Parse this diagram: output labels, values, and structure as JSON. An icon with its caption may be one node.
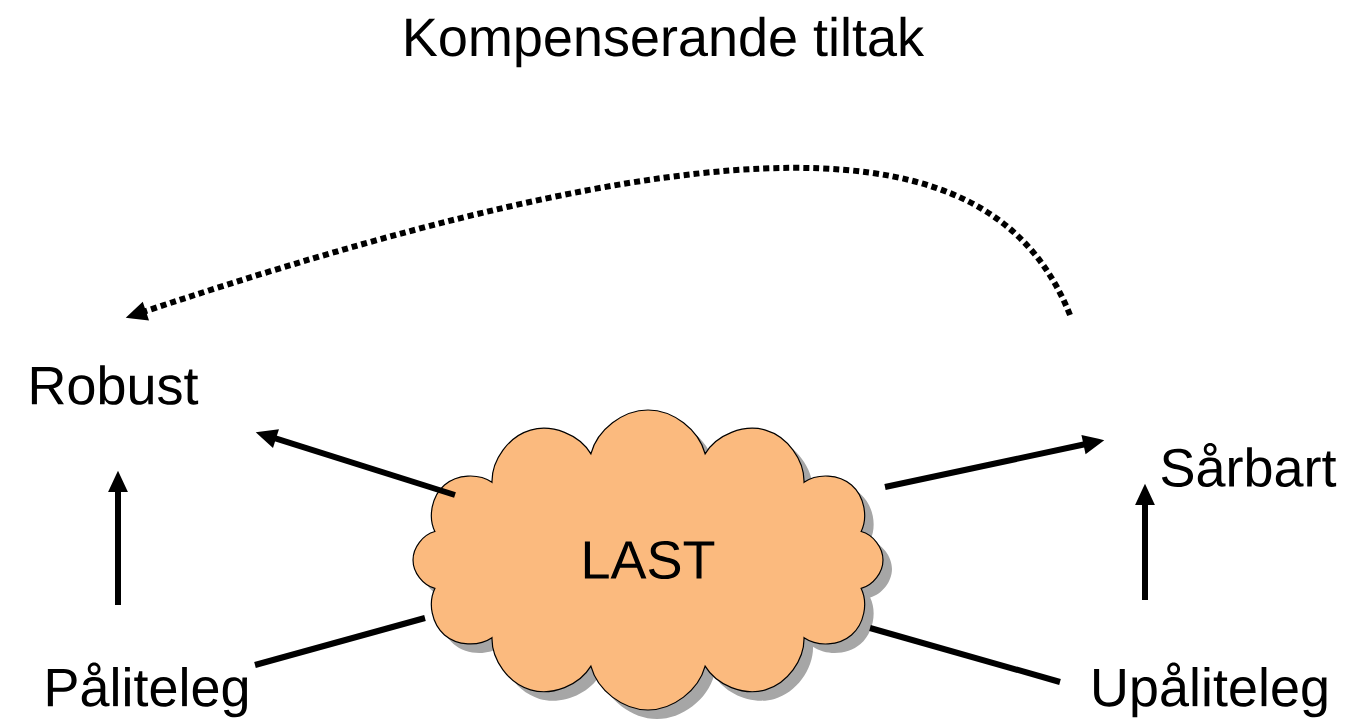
{
  "diagram": {
    "title": "Kompenserande tiltak",
    "nodes": [
      {
        "text": [
          "Robust"
        ]
      },
      {
        "text": [
          "Sårbart"
        ]
      },
      {
        "text": [
          "Påliteleg"
        ]
      },
      {
        "text": [
          "Upåliteleg"
        ]
      },
      {
        "text": [
          "LAST"
        ]
      }
    ],
    "edges": [
      {
        "from": 2,
        "to": 0,
        "arrow": "to"
      },
      {
        "from": 3,
        "to": 1,
        "arrow": "to"
      },
      {
        "from": 2,
        "to": 4,
        "arrow": "none"
      },
      {
        "from": 4,
        "to": 1,
        "arrow": "to"
      },
      {
        "from": 3,
        "to": 4,
        "arrow": "none"
      },
      {
        "from": 4,
        "to": 0,
        "arrow": "to"
      },
      {
        "from": null,
        "to": 0,
        "arrow": "to",
        "style": "dashed"
      }
    ]
  }
}
